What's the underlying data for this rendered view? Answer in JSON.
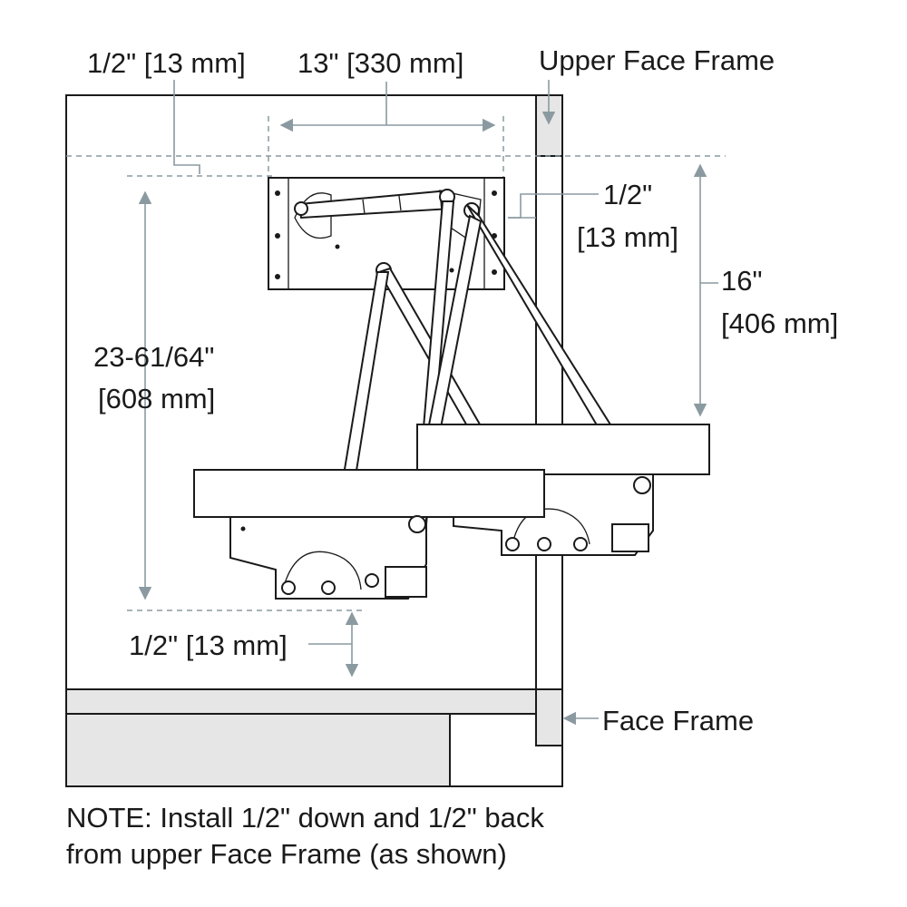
{
  "labels": {
    "top_offset": "1/2\" [13 mm]",
    "width": "13\" [330 mm]",
    "upper_face_frame": "Upper Face Frame",
    "back_offset_1": "1/2\"",
    "back_offset_2": "[13 mm]",
    "travel_1": "16\"",
    "travel_2": "[406 mm]",
    "height_1": "23-61/64\"",
    "height_2": "[608 mm]",
    "bottom_offset": "1/2\" [13 mm]",
    "face_frame": "Face Frame"
  },
  "note": {
    "line1": "NOTE: Install 1/2\" down and 1/2\" back",
    "line2": "from upper Face Frame (as shown)"
  }
}
